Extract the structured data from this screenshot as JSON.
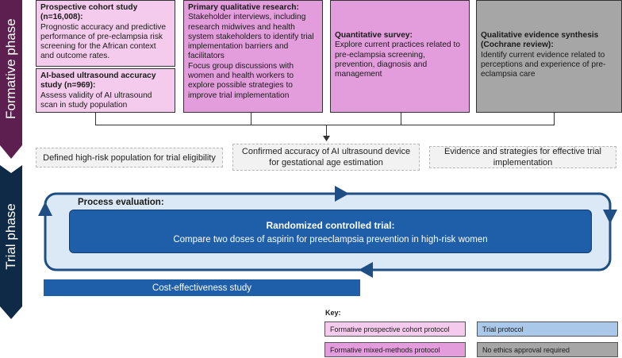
{
  "phases": {
    "formative": "Formative phase",
    "trial": "Trial phase"
  },
  "formative_boxes": {
    "cohort": {
      "title": "Prospective cohort study (n=16,008):",
      "body": "Prognostic accuracy and predictive performance of pre-eclampsia risk screening for the African context and outcome rates."
    },
    "ai_ultrasound": {
      "title": "AI-based ultrasound accuracy study (n=969):",
      "body": "Assess validity of AI ultrasound scan in study population"
    },
    "qualitative": {
      "title": "Primary qualitative research:",
      "body": "Stakeholder interviews, including research midwives and health system stakeholders to identify trial implementation barriers and facilitators",
      "body2": "Focus group discussions with women and health workers to explore possible strategies to improve trial implementation"
    },
    "survey": {
      "title": "Quantitative survey:",
      "body": "Explore current practices related to pre-eclampsia screening, prevention, diagnosis and management"
    },
    "synthesis": {
      "title": "Qualitative evidence synthesis (Cochrane review):",
      "body": "Identify current evidence related to perceptions and experience of pre-eclampsia care"
    }
  },
  "outcomes": {
    "high_risk": "Defined high-risk population for trial eligibility",
    "ai_accuracy": "Confirmed accuracy of AI ultrasound device for gestational age estimation",
    "evidence": "Evidence and strategies for effective trial implementation"
  },
  "trial": {
    "process_evaluation": "Process evaluation:",
    "rct_title": "Randomized controlled trial:",
    "rct_body": "Compare two doses of aspirin for preeclampsia prevention in high-risk women",
    "cost": "Cost-effectiveness study"
  },
  "key": {
    "title": "Key:",
    "items": [
      "Formative prospective cohort protocol",
      "Trial protocol",
      "Formative mixed-methods protocol",
      "No ethics approval required"
    ]
  },
  "colors": {
    "formative_arrow": "#5c1f4f",
    "trial_arrow": "#0e2a47",
    "pink_light": "#f4cbec",
    "pink_dark": "#e39ddd",
    "grey": "#a6a6a6",
    "blue": "#1f5ea8",
    "light_blue": "#a9c8ea",
    "cycle_bg": "#dbe9f6"
  }
}
